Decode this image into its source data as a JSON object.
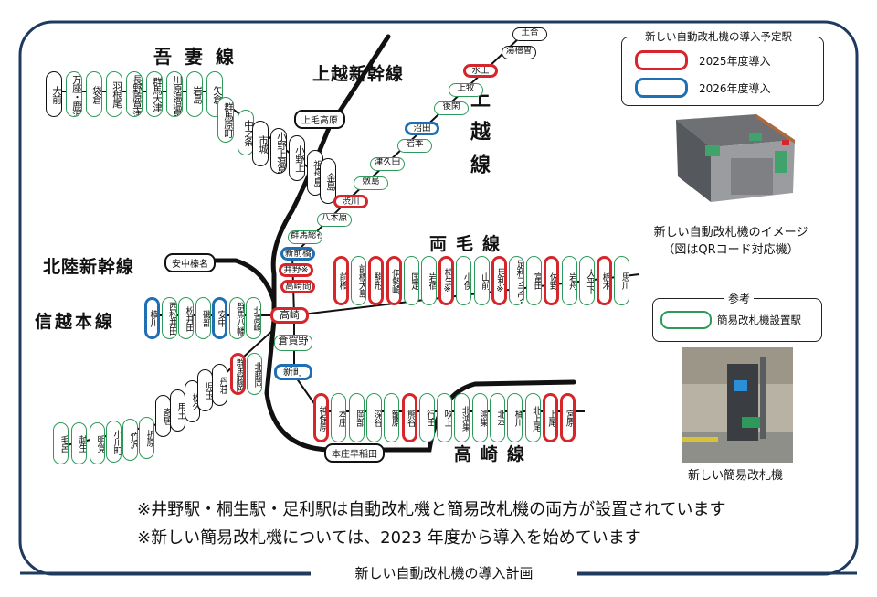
{
  "footer_title": "新しい自動改札機の導入計画",
  "notes": [
    "※井野駅・桐生駅・足利駅は自動改札機と簡易改札機の両方が設置されています",
    "※新しい簡易改札機については、2023 年度から導入を始めています"
  ],
  "legend": {
    "title": "新しい自動改札機の導入予定駅",
    "items": [
      {
        "label": "2025年度導入",
        "color": "#d6262b"
      },
      {
        "label": "2026年度導入",
        "color": "#1f6fb5"
      }
    ]
  },
  "ref_legend": {
    "title": "参考",
    "item": {
      "label": "簡易改札機設置駅",
      "color": "#2e9a5a"
    }
  },
  "image_captions": {
    "gate_machine": "新しい自動改札機のイメージ\n（図はQRコード対応機）",
    "simple_gate": "新しい簡易改札機"
  },
  "line_names": {
    "agatsuma": "吾妻線",
    "joetsu_shinkansen": "上越新幹線",
    "joetsu": "上越線",
    "hokuriku_shinkansen": "北陸新幹線",
    "shinetsu": "信越本線",
    "ryomo": "両毛線",
    "takasaki": "高崎線"
  },
  "shinkansen_stations": [
    "上毛高原",
    "安中榛名",
    "本庄早稲田"
  ],
  "colors": {
    "red": "#d6262b",
    "blue": "#1f6fb5",
    "green": "#2e9a5a",
    "black": "#111111",
    "frame": "#1e3a5f"
  },
  "agatsuma_stations": [
    {
      "name": "大前",
      "type": "black"
    },
    {
      "name": "万座・鹿沢口",
      "type": "green"
    },
    {
      "name": "袋倉",
      "type": "green"
    },
    {
      "name": "羽根尾",
      "type": "green"
    },
    {
      "name": "長野原草津口",
      "type": "green"
    },
    {
      "name": "群馬大津",
      "type": "green"
    },
    {
      "name": "川原湯温泉",
      "type": "green"
    },
    {
      "name": "岩島",
      "type": "green"
    },
    {
      "name": "矢倉",
      "type": "green"
    },
    {
      "name": "群馬原町",
      "type": "green"
    },
    {
      "name": "中之条",
      "type": "green"
    },
    {
      "name": "市城",
      "type": "black"
    },
    {
      "name": "小野上温泉",
      "type": "black"
    },
    {
      "name": "小野上",
      "type": "black"
    },
    {
      "name": "祖母島",
      "type": "black"
    },
    {
      "name": "金島",
      "type": "black"
    }
  ],
  "joetsu_stations": [
    {
      "name": "土合",
      "type": "black"
    },
    {
      "name": "湯檜曽",
      "type": "black"
    },
    {
      "name": "水上",
      "type": "red"
    },
    {
      "name": "上牧",
      "type": "green"
    },
    {
      "name": "後閑",
      "type": "green"
    },
    {
      "name": "沼田",
      "type": "blue"
    },
    {
      "name": "岩本",
      "type": "green"
    },
    {
      "name": "津久田",
      "type": "green"
    },
    {
      "name": "敷島",
      "type": "green"
    },
    {
      "name": "渋川",
      "type": "red"
    },
    {
      "name": "八木原",
      "type": "green"
    },
    {
      "name": "群馬総社",
      "type": "green"
    },
    {
      "name": "新前橋",
      "type": "blue"
    },
    {
      "name": "井野※",
      "type": "red"
    },
    {
      "name": "高崎問屋町",
      "type": "red"
    }
  ],
  "ryomo_stations": [
    {
      "name": "前橋",
      "type": "red"
    },
    {
      "name": "前橋大島",
      "type": "green"
    },
    {
      "name": "駒形",
      "type": "red"
    },
    {
      "name": "伊勢崎",
      "type": "red"
    },
    {
      "name": "国定",
      "type": "green"
    },
    {
      "name": "岩宿",
      "type": "green"
    },
    {
      "name": "桐生※",
      "type": "red"
    },
    {
      "name": "小俣",
      "type": "green"
    },
    {
      "name": "山前",
      "type": "green"
    },
    {
      "name": "足利※",
      "type": "red"
    },
    {
      "name": "足利フラワーパーク",
      "type": "green"
    },
    {
      "name": "富田",
      "type": "green"
    },
    {
      "name": "佐野",
      "type": "red"
    },
    {
      "name": "岩舟",
      "type": "green"
    },
    {
      "name": "大平下",
      "type": "green"
    },
    {
      "name": "栃木",
      "type": "red"
    },
    {
      "name": "思川",
      "type": "green"
    }
  ],
  "shinetsu_stations": [
    {
      "name": "横川",
      "type": "blue"
    },
    {
      "name": "西松井田",
      "type": "green"
    },
    {
      "name": "松井田",
      "type": "green"
    },
    {
      "name": "磯部",
      "type": "green"
    },
    {
      "name": "安中",
      "type": "blue"
    },
    {
      "name": "群馬八幡",
      "type": "green"
    },
    {
      "name": "北高崎",
      "type": "green"
    }
  ],
  "hub": [
    {
      "name": "高崎",
      "type": "red"
    },
    {
      "name": "倉賀野",
      "type": "green"
    },
    {
      "name": "新町",
      "type": "blue"
    }
  ],
  "hachiko_stations": [
    {
      "name": "毛呂",
      "type": "green"
    },
    {
      "name": "越生",
      "type": "green"
    },
    {
      "name": "明覚",
      "type": "green"
    },
    {
      "name": "小川町",
      "type": "green"
    },
    {
      "name": "竹沢",
      "type": "green"
    },
    {
      "name": "折原",
      "type": "green"
    },
    {
      "name": "寄居",
      "type": "black"
    },
    {
      "name": "用土",
      "type": "black"
    },
    {
      "name": "松久",
      "type": "black"
    },
    {
      "name": "児玉",
      "type": "black"
    },
    {
      "name": "丹荘",
      "type": "black"
    },
    {
      "name": "群馬藤岡",
      "type": "red"
    },
    {
      "name": "北藤岡",
      "type": "green"
    }
  ],
  "takasaki_stations": [
    {
      "name": "神保原",
      "type": "red"
    },
    {
      "name": "本庄",
      "type": "green"
    },
    {
      "name": "岡部",
      "type": "green"
    },
    {
      "name": "深谷",
      "type": "green"
    },
    {
      "name": "籠原",
      "type": "green"
    },
    {
      "name": "熊谷",
      "type": "red"
    },
    {
      "name": "行田",
      "type": "green"
    },
    {
      "name": "吹上",
      "type": "green"
    },
    {
      "name": "北鴻巣",
      "type": "green"
    },
    {
      "name": "鴻巣",
      "type": "green"
    },
    {
      "name": "北本",
      "type": "green"
    },
    {
      "name": "桶川",
      "type": "green"
    },
    {
      "name": "北上尾",
      "type": "green"
    },
    {
      "name": "上尾",
      "type": "red"
    },
    {
      "name": "宮原",
      "type": "red"
    }
  ]
}
